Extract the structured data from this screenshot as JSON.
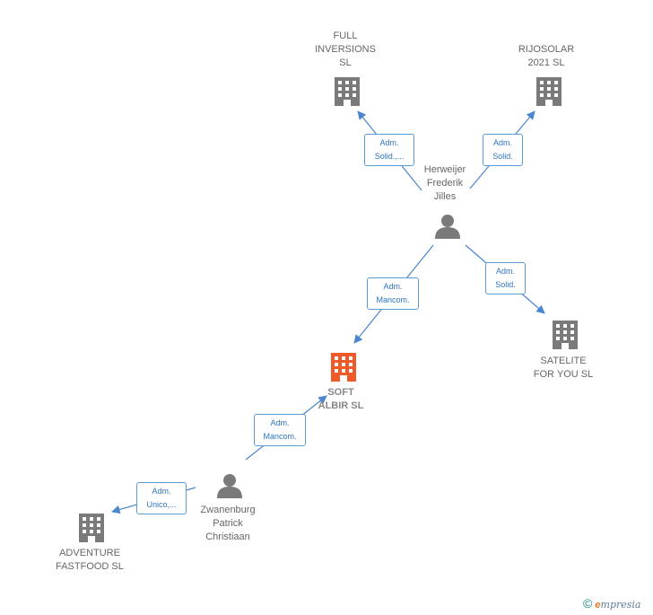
{
  "nodes": {
    "full_inversions": "FULL\nINVERSIONS\nSL",
    "rijosolar": "RIJOSOLAR\n2021  SL",
    "herweijer": "Herweijer\nFrederik\nJilles",
    "satelite": "SATELITE\nFOR YOU  SL",
    "soft_albir": "SOFT\nALBIR  SL",
    "zwanenburg": "Zwanenburg\nPatrick\nChristiaan",
    "adventure": "ADVENTURE\nFASTFOOD  SL"
  },
  "edges": {
    "to_full_inversions": "Adm.\nSolid.,...",
    "to_rijosolar": "Adm.\nSolid.",
    "to_soft_albir_from_herweijer": "Adm.\nMancom.",
    "to_satelite": "Adm.\nSolid.",
    "to_soft_albir_from_zwanenburg": "Adm.\nMancom.",
    "to_adventure": "Adm.\nUnico,..."
  },
  "footer": {
    "copyright": "©",
    "brand_e": "e",
    "brand_rest": "mpresia"
  },
  "colors": {
    "edge": "#4a86d0",
    "building": "#7a7a7a",
    "focus_building": "#f05a28",
    "person": "#7a7a7a"
  },
  "icons": {
    "company": "building-icon",
    "person": "person-icon"
  }
}
